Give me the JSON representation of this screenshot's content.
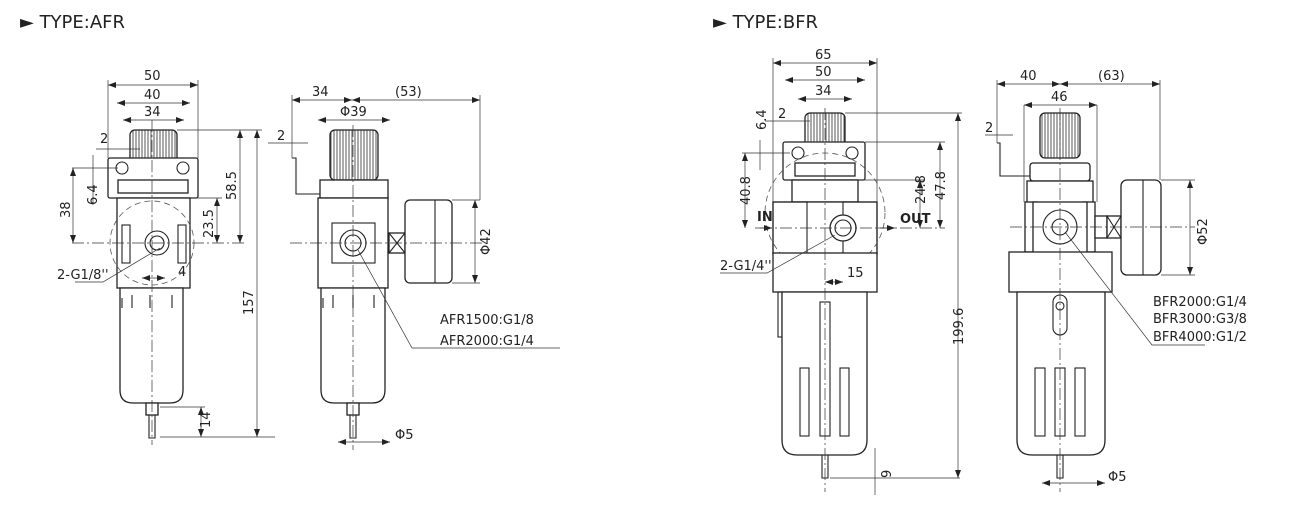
{
  "afr": {
    "title": "► TYPE:AFR",
    "front": {
      "dim_50": "50",
      "dim_40": "40",
      "dim_34": "34",
      "dim_2": "2",
      "dim_38": "38",
      "dim_6_4": "6.4",
      "dim_58_5": "58.5",
      "dim_23_5": "23.5",
      "dim_157": "157",
      "dim_4": "4",
      "dim_14": "14",
      "port": "2-G1/8''"
    },
    "side": {
      "dim_34": "34",
      "dim_53": "(53)",
      "dim_phi39": "Φ39",
      "dim_2": "2",
      "dim_phi42": "Φ42",
      "dim_phi5": "Φ5",
      "models": [
        "AFR1500:G1/8",
        "AFR2000:G1/4"
      ]
    }
  },
  "bfr": {
    "title": "► TYPE:BFR",
    "front": {
      "dim_65": "65",
      "dim_50": "50",
      "dim_34": "34",
      "dim_2": "2",
      "dim_6_4": "6.4",
      "dim_40_8": "40.8",
      "dim_47_8": "47.8",
      "dim_24_8": "24.8",
      "dim_199_6": "199.6",
      "dim_15": "15",
      "dim_9": "9",
      "in": "IN",
      "out": "OUT",
      "port": "2-G1/4''"
    },
    "side": {
      "dim_40": "40",
      "dim_63": "(63)",
      "dim_46": "46",
      "dim_2": "2",
      "dim_phi52": "Φ52",
      "dim_phi5": "Φ5",
      "models": [
        "BFR2000:G1/4",
        "BFR3000:G3/8",
        "BFR4000:G1/2"
      ]
    }
  }
}
